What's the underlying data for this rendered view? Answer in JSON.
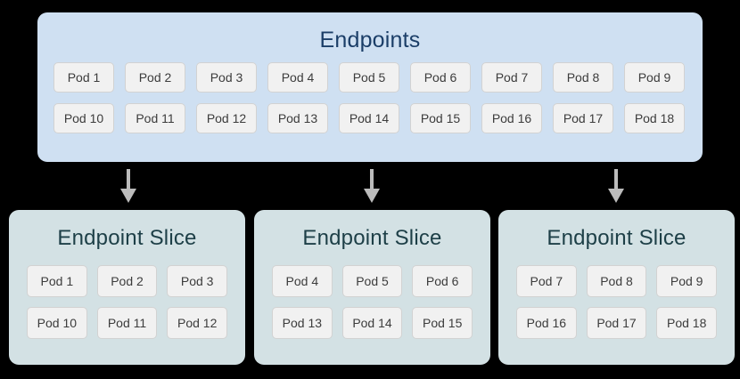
{
  "colors": {
    "background": "#000000",
    "endpoints_panel_bg": "#cfe0f2",
    "endpoints_title_color": "#1b3e68",
    "slice_panel_bg": "#d3e1e4",
    "slice_title_color": "#1d3f47",
    "pod_bg": "#f1f1f1",
    "pod_border": "#d2d2d2",
    "pod_text": "#3c3c3c",
    "arrow_color": "#bcbcbc"
  },
  "endpoints": {
    "title": "Endpoints",
    "rows": [
      [
        "Pod 1",
        "Pod 2",
        "Pod 3",
        "Pod 4",
        "Pod 5",
        "Pod 6",
        "Pod 7",
        "Pod 8",
        "Pod 9"
      ],
      [
        "Pod 10",
        "Pod 11",
        "Pod 12",
        "Pod 13",
        "Pod 14",
        "Pod 15",
        "Pod 16",
        "Pod 17",
        "Pod 18"
      ]
    ]
  },
  "arrows": [
    {
      "name": "arrow-to-slice-1"
    },
    {
      "name": "arrow-to-slice-2"
    },
    {
      "name": "arrow-to-slice-3"
    }
  ],
  "slices": [
    {
      "title": "Endpoint Slice",
      "rows": [
        [
          "Pod 1",
          "Pod 2",
          "Pod 3"
        ],
        [
          "Pod 10",
          "Pod 11",
          "Pod 12"
        ]
      ]
    },
    {
      "title": "Endpoint Slice",
      "rows": [
        [
          "Pod 4",
          "Pod 5",
          "Pod 6"
        ],
        [
          "Pod 13",
          "Pod 14",
          "Pod 15"
        ]
      ]
    },
    {
      "title": "Endpoint Slice",
      "rows": [
        [
          "Pod 7",
          "Pod 8",
          "Pod 9"
        ],
        [
          "Pod 16",
          "Pod 17",
          "Pod 18"
        ]
      ]
    }
  ]
}
